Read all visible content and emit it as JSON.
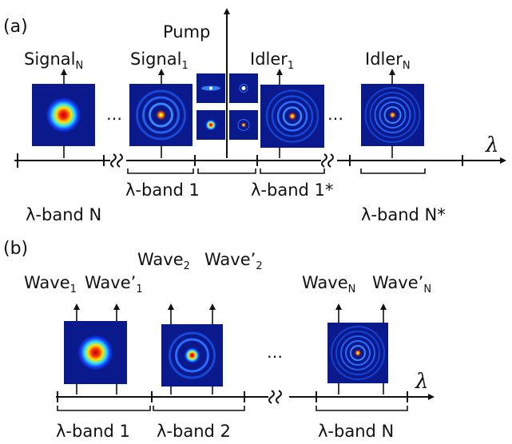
{
  "panel_a": {
    "panel_label": "(a)",
    "pump_label": "Pump",
    "signal_n": {
      "base": "Signal",
      "sub": "N"
    },
    "signal_1": {
      "base": "Signal",
      "sub": "1"
    },
    "idler_1": {
      "base": "Idler",
      "sub": "1"
    },
    "idler_n": {
      "base": "Idler",
      "sub": "N"
    },
    "ellipsis": "…",
    "axis_symbol": "λ",
    "band_labels": [
      "λ-band 1",
      "λ-band 1*",
      "λ-band N",
      "λ-band N*"
    ]
  },
  "panel_b": {
    "panel_label": "(b)",
    "wave_1": {
      "base": "Wave",
      "sub": "1"
    },
    "wave_1p": {
      "base": "Wave’",
      "sub": "1"
    },
    "wave_2": {
      "base": "Wave",
      "sub": "2"
    },
    "wave_2p": {
      "base": "Wave’",
      "sub": "2"
    },
    "wave_n": {
      "base": "Wave",
      "sub": "N"
    },
    "wave_np": {
      "base": "Wave’",
      "sub": "N"
    },
    "ellipsis": "…",
    "axis_symbol": "λ",
    "band_labels": [
      "λ-band 1",
      "λ-band 2",
      "λ-band N"
    ]
  },
  "colors": {
    "axis": "#111111",
    "mode_background": "#0a1a8c"
  }
}
